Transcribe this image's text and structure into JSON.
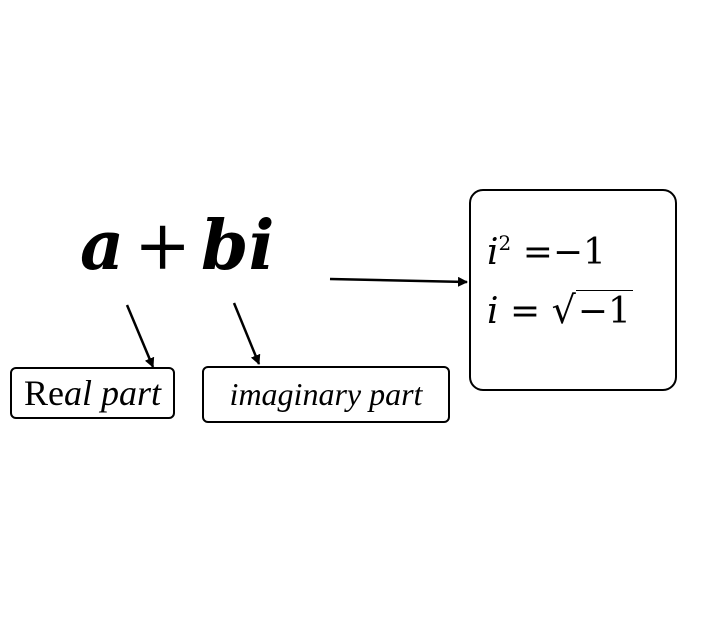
{
  "expression": {
    "a": "a",
    "plus": "+",
    "bi": "bi"
  },
  "labels": {
    "real_prefix": "Re",
    "real_suffix": "al part",
    "imaginary": "imaginary part"
  },
  "identities": {
    "line1_var": "i",
    "line1_exp": "2",
    "line1_rest": " =−1",
    "line2_var": "i",
    "line2_eq": " = ",
    "line2_radicand": "−1"
  }
}
